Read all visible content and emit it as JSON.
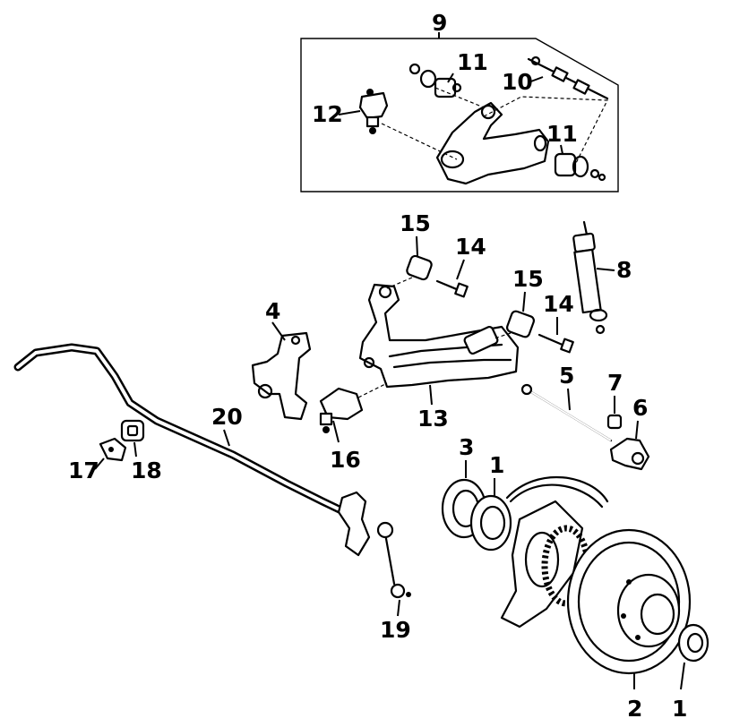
{
  "callouts": {
    "c1a": "1",
    "c1b": "1",
    "c2": "2",
    "c3": "3",
    "c4": "4",
    "c5": "5",
    "c6": "6",
    "c7": "7",
    "c8": "8",
    "c9": "9",
    "c10": "10",
    "c11a": "11",
    "c11b": "11",
    "c12": "12",
    "c13": "13",
    "c14a": "14",
    "c14b": "14",
    "c15a": "15",
    "c15b": "15",
    "c16": "16",
    "c17": "17",
    "c18": "18",
    "c19": "19",
    "c20": "20"
  }
}
